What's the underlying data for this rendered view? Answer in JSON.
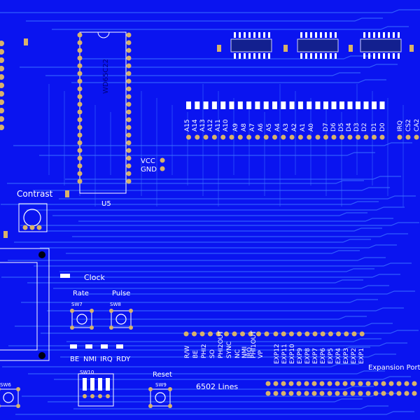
{
  "board": {
    "colors": {
      "background": "#0a14f0",
      "trace": "#3a6cff",
      "silk": "#ffffff",
      "pad": "#d8b26a"
    },
    "cpu_chip": {
      "part": "WD65C22",
      "ref": "U5"
    },
    "power_labels": {
      "vcc": "VCC",
      "gnd": "GND"
    },
    "address_labels": [
      "A15",
      "A14",
      "A13",
      "A12",
      "A11",
      "A10",
      "A9",
      "A8",
      "A7",
      "A6",
      "A5",
      "A4",
      "A3",
      "A2",
      "A1",
      "A0"
    ],
    "data_labels": [
      "D7",
      "D6",
      "D5",
      "D4",
      "D3",
      "D2",
      "D1",
      "D0"
    ],
    "control_labels": [
      "IRQ",
      "CS2",
      "CA2"
    ],
    "contrast_label": "Contrast",
    "clock_label": "Clock",
    "rate_label": "Rate",
    "pulse_label": "Pulse",
    "switches": {
      "rate": "SW7",
      "pulse": "SW8",
      "reset": "SW9",
      "dip": "SW10",
      "left": "SW6"
    },
    "reset_label": "Reset",
    "signal_labels": [
      "BE",
      "NMI",
      "IRQ",
      "RDY"
    ],
    "lines_6502_label": "6502 Lines",
    "lines_6502": [
      "R/W",
      "BE",
      "PHI2",
      "SO",
      "PHI2OUT",
      "SYNC",
      "NC",
      "NMI",
      "IRQ",
      "PHI1OUT",
      "VP"
    ],
    "expansion_label": "Expansion Port",
    "expansion_pins": [
      "EXP12",
      "EXP11",
      "EXP10",
      "EXP9",
      "EXP8",
      "EXP7",
      "EXP6",
      "EXP5",
      "EXP4",
      "EXP3",
      "EXP2",
      "EXP1"
    ]
  }
}
